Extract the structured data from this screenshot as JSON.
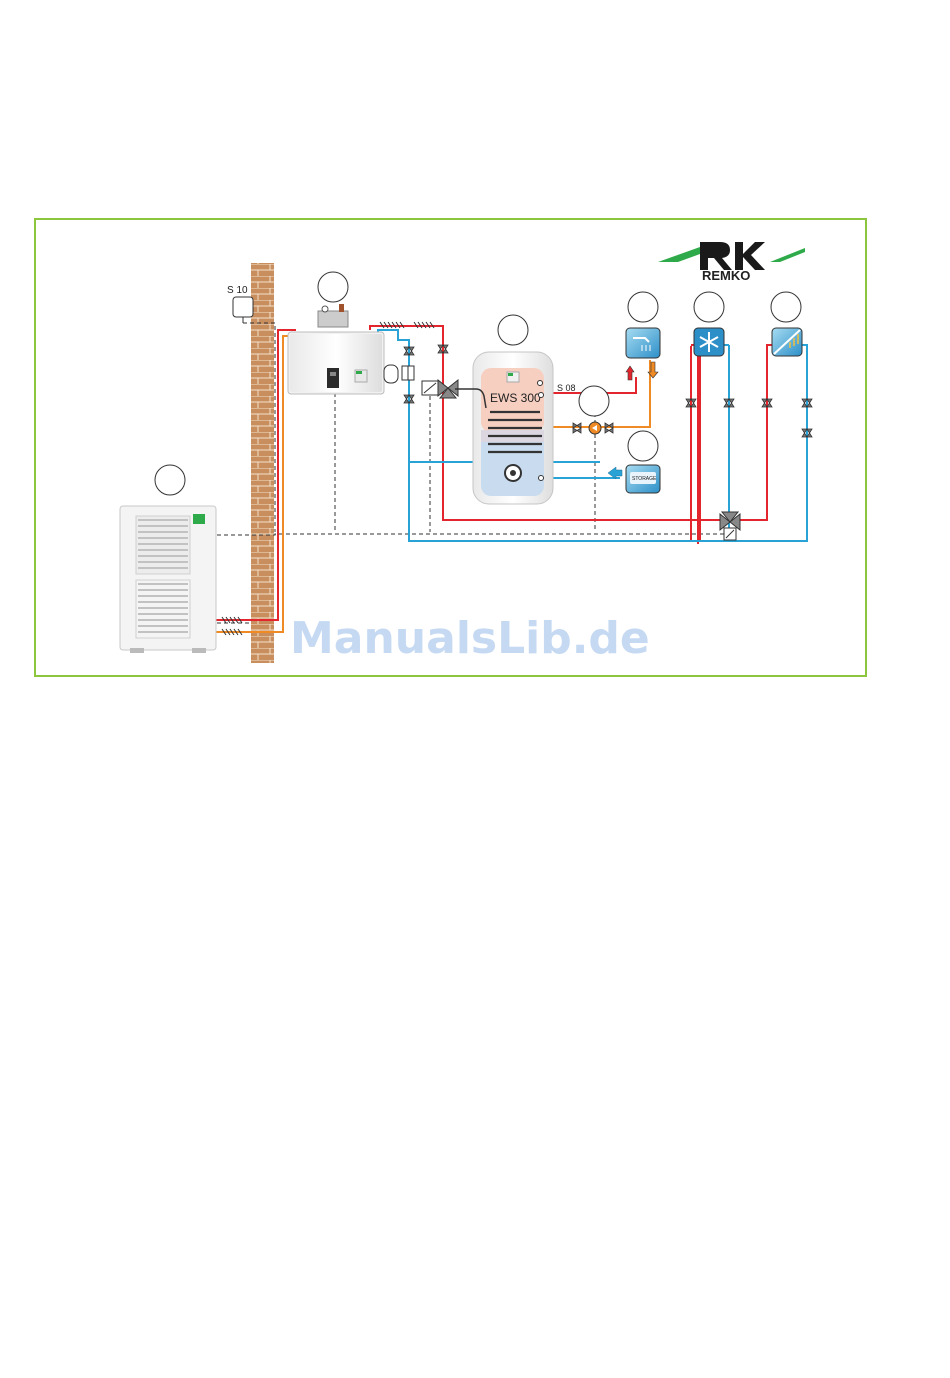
{
  "diagram": {
    "sensor_outdoor": "S 10",
    "sensor_tank": "S 08",
    "tank_model": "EWS 300",
    "logo_text": "REMKO",
    "watermark": "ManualsLib.de",
    "storage_icon_text": "STORAGE",
    "colors": {
      "frame": "#8cc63f",
      "flow": "#e3262e",
      "return": "#29a3d6",
      "hot_water": "#f08a24",
      "brick": "#c98e5e",
      "dashed_control": "#333333"
    },
    "icons": [
      "outdoor-unit",
      "indoor-hydro-unit",
      "dhw-tank",
      "hot-water-tap-icon",
      "cooling-snowflake-icon",
      "underfloor-heating-icon",
      "storage-input-icon"
    ]
  }
}
